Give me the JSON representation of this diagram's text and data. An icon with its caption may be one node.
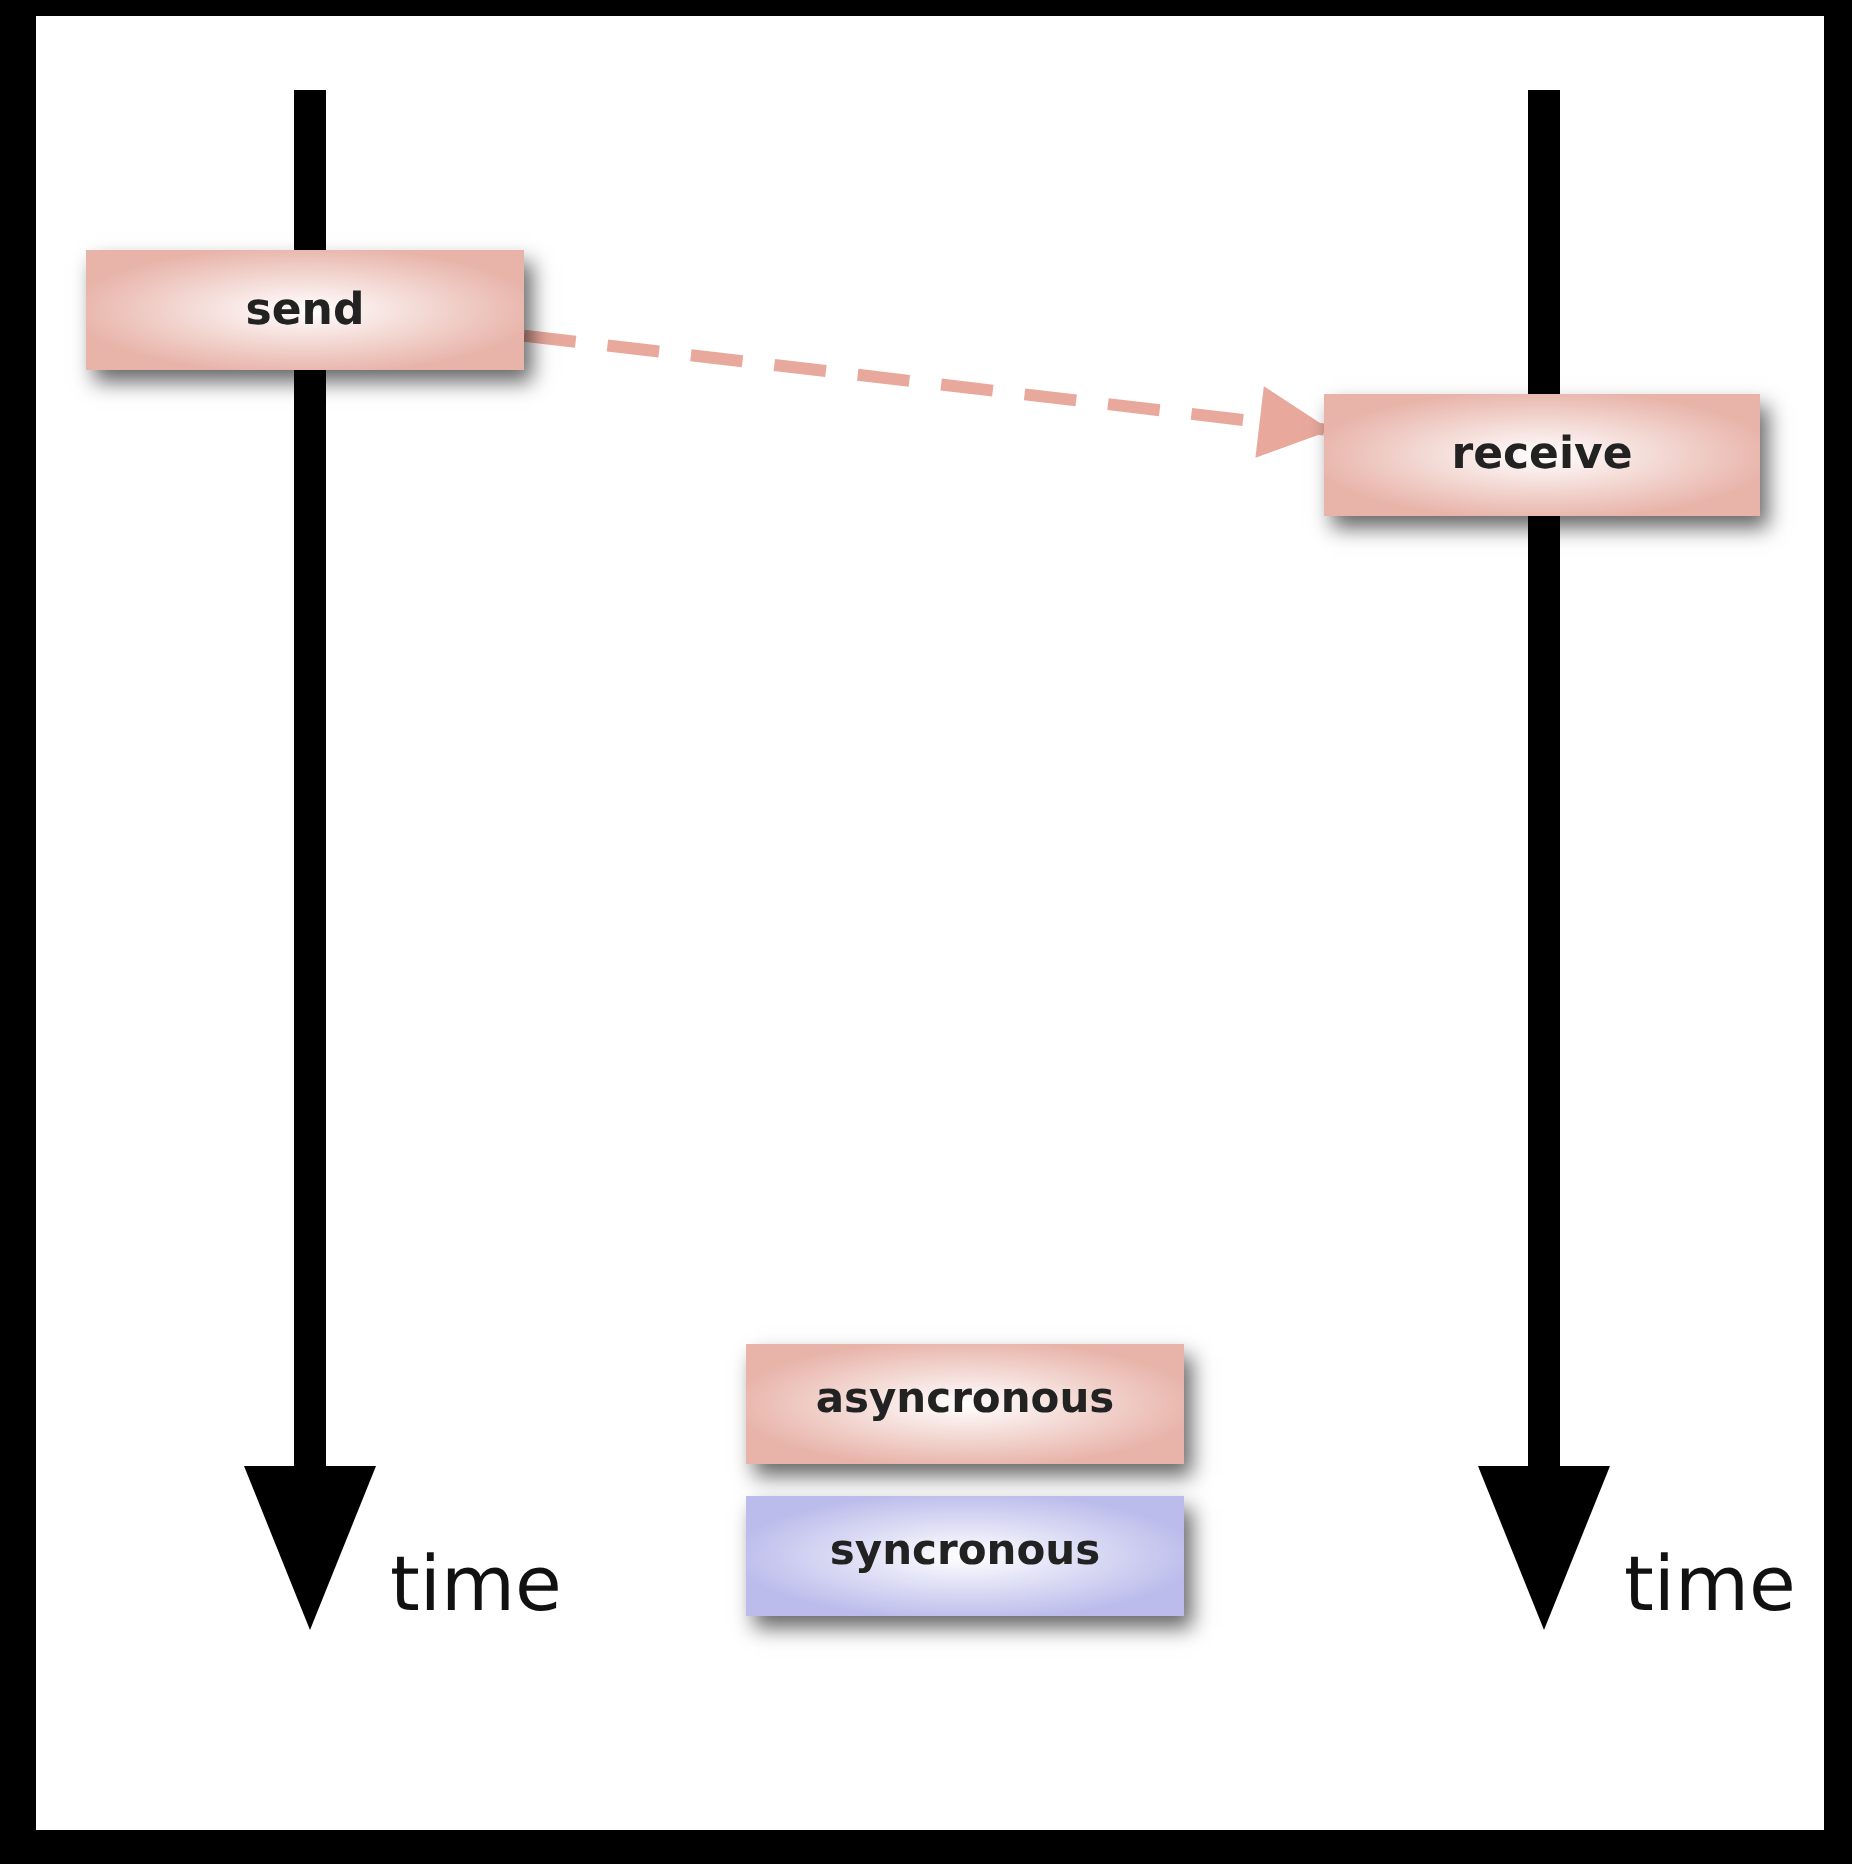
{
  "diagram": {
    "nodes": [
      {
        "text": [
          "send"
        ]
      },
      {
        "text": [
          "receive"
        ]
      }
    ],
    "edges": [
      {
        "from": 0,
        "to": 1,
        "arrow": "to",
        "style": "dashed",
        "color": "#e8a89c"
      }
    ],
    "labels": [
      "time",
      "time"
    ],
    "legend": [
      {
        "text": "asyncronous",
        "color": "#e8b4aa"
      },
      {
        "text": "syncronous",
        "color": "#bcbcec"
      }
    ]
  }
}
